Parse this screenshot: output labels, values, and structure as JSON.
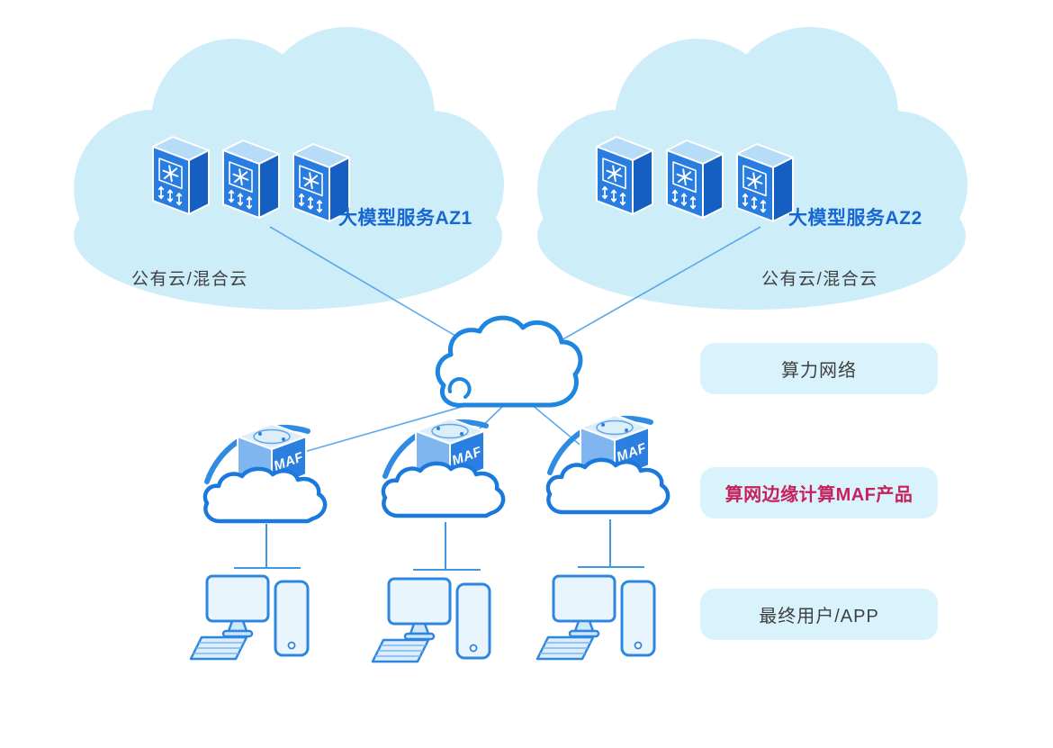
{
  "colors": {
    "cloud_fill": "#cdedf9",
    "accent_blue": "#1e86e0",
    "line_blue": "#5aa8ea",
    "label_box_fill": "#d9f3fc",
    "service_label_blue": "#1767d2",
    "highlight_red": "#c6215b",
    "text_dark": "#3f3f3f"
  },
  "clouds": [
    {
      "service_label": "大模型服务AZ1",
      "type_label": "公有云/混合云",
      "servers": [
        "server-icon",
        "server-icon",
        "server-icon"
      ]
    },
    {
      "service_label": "大模型服务AZ2",
      "type_label": "公有云/混合云",
      "servers": [
        "server-icon",
        "server-icon",
        "server-icon"
      ]
    }
  ],
  "network_cloud": {
    "icon": "network-cloud-icon",
    "label": "算力网络"
  },
  "edge_layer": {
    "label": "算网边缘计算MAF产品",
    "nodes": [
      {
        "label": "MAF"
      },
      {
        "label": "MAF"
      },
      {
        "label": "MAF"
      }
    ]
  },
  "user_layer": {
    "label": "最终用户/APP",
    "device_groups": 3,
    "devices": [
      "monitor-icon",
      "keyboard-icon",
      "phone-icon"
    ]
  }
}
